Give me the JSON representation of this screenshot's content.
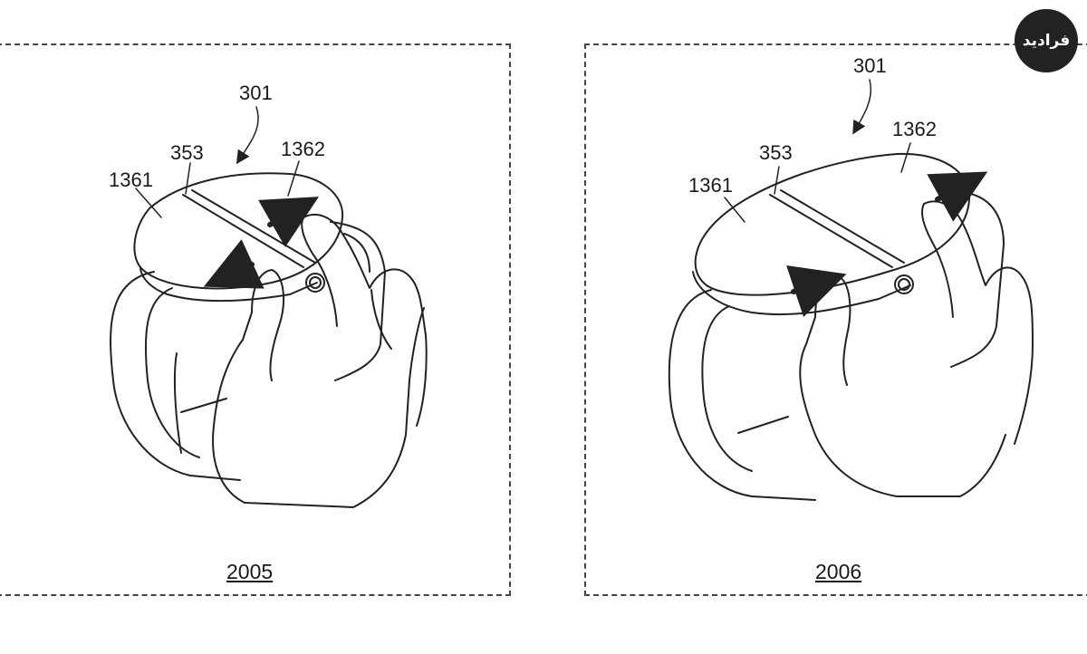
{
  "logo": {
    "text": "فرادید"
  },
  "figures": [
    {
      "number": "2005",
      "labels": {
        "device": "301",
        "seam": "353",
        "left_part": "1361",
        "right_part": "1362"
      }
    },
    {
      "number": "2006",
      "labels": {
        "device": "301",
        "seam": "353",
        "left_part": "1361",
        "right_part": "1362"
      }
    }
  ]
}
